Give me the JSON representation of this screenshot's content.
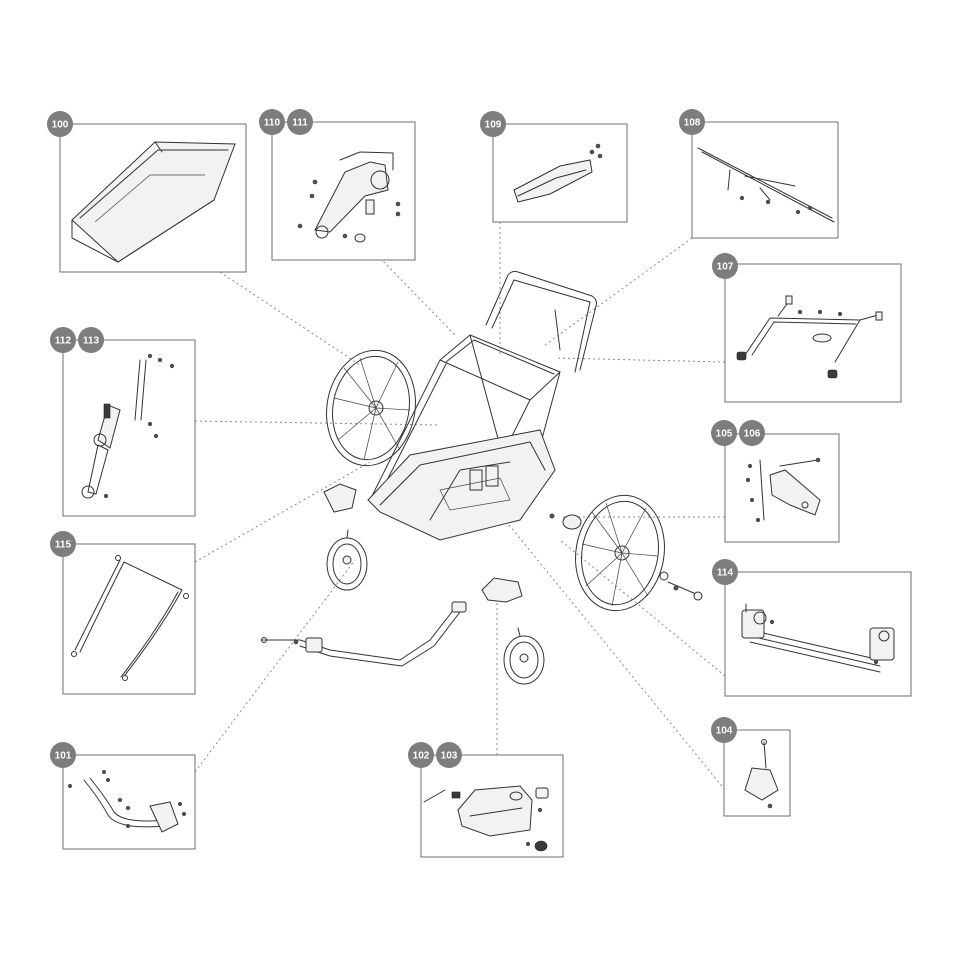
{
  "callouts": [
    {
      "id": "100",
      "labels": [
        "100"
      ]
    },
    {
      "id": "110-111",
      "labels": [
        "110",
        "111"
      ]
    },
    {
      "id": "109",
      "labels": [
        "109"
      ]
    },
    {
      "id": "108",
      "labels": [
        "108"
      ]
    },
    {
      "id": "107",
      "labels": [
        "107"
      ]
    },
    {
      "id": "112-113",
      "labels": [
        "112",
        "113"
      ]
    },
    {
      "id": "105-106",
      "labels": [
        "105",
        "106"
      ]
    },
    {
      "id": "115",
      "labels": [
        "115"
      ]
    },
    {
      "id": "114",
      "labels": [
        "114"
      ]
    },
    {
      "id": "104",
      "labels": [
        "104"
      ]
    },
    {
      "id": "101",
      "labels": [
        "101"
      ]
    },
    {
      "id": "102-103",
      "labels": [
        "102",
        "103"
      ]
    }
  ],
  "colors": {
    "badge": "#7d7d7d",
    "box_border": "#6f6f6f",
    "leader": "#8a8a8a",
    "line_art": "#333333"
  }
}
